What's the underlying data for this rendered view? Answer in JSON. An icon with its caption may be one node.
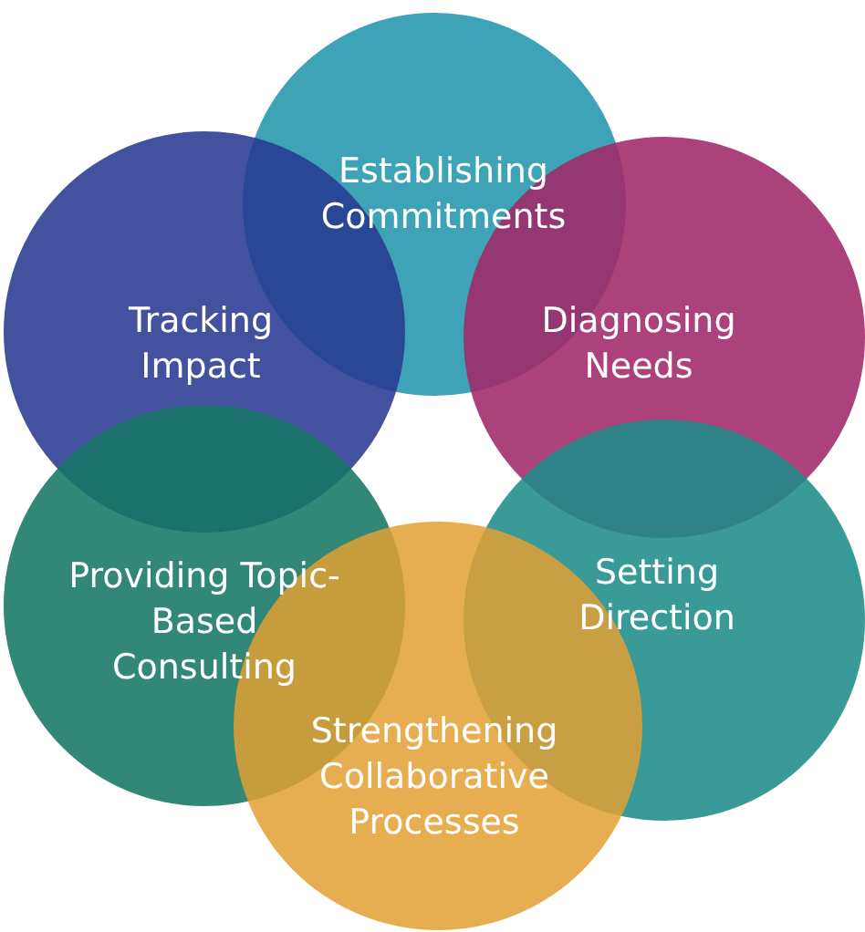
{
  "diagram": {
    "nodes": [
      {
        "text": [
          "Establishing Commitments"
        ]
      },
      {
        "text": [
          "Tracking Impact"
        ]
      },
      {
        "text": [
          "Diagnosing Needs"
        ]
      },
      {
        "text": [
          "Providing Topic-Based Consulting"
        ]
      },
      {
        "text": [
          "Setting Direction"
        ]
      },
      {
        "text": [
          "Strengthening Collaborative Processes"
        ]
      }
    ],
    "edges": []
  }
}
